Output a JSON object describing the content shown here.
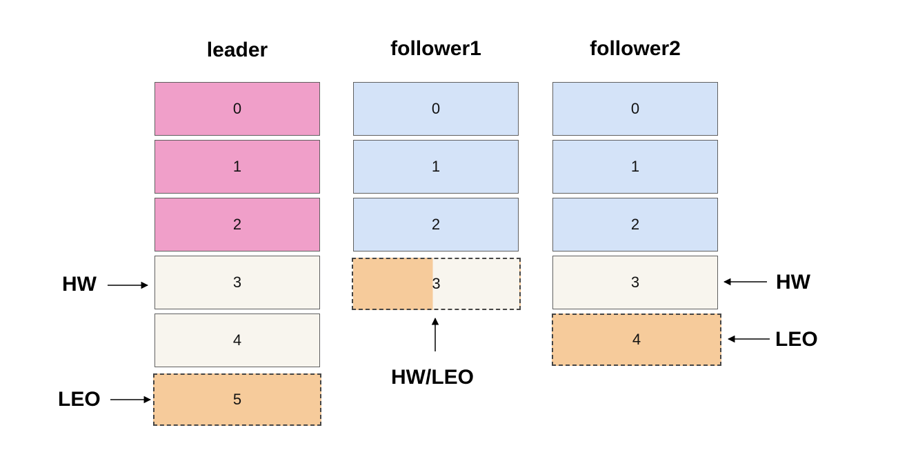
{
  "columns": {
    "leader": {
      "title": "leader",
      "cells": [
        "0",
        "1",
        "2",
        "3",
        "4",
        "5"
      ]
    },
    "follower1": {
      "title": "follower1",
      "cells": [
        "0",
        "1",
        "2",
        "3"
      ]
    },
    "follower2": {
      "title": "follower2",
      "cells": [
        "0",
        "1",
        "2",
        "3",
        "4"
      ]
    }
  },
  "markers": {
    "leader_hw": "HW",
    "leader_leo": "LEO",
    "follower1_hw_leo": "HW/LEO",
    "follower2_hw": "HW",
    "follower2_leo": "LEO"
  },
  "colors": {
    "leader_committed": "#f09fc9",
    "follower_committed": "#d4e3f8",
    "uncommitted": "#f8f5ee",
    "pending": "#f6cb9b"
  }
}
